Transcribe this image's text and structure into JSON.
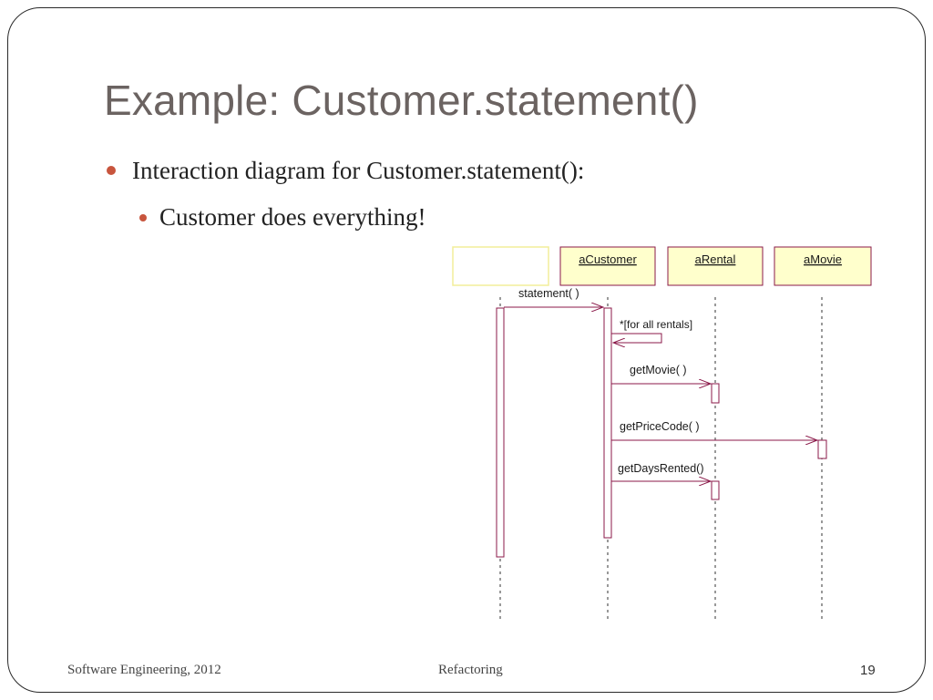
{
  "slide": {
    "title": "Example: Customer.statement()",
    "bullets": [
      {
        "text": "Interaction diagram for Customer.statement():",
        "level": 1
      },
      {
        "text": "Customer does everything!",
        "level": 2
      }
    ],
    "accent_color": "#c8553d",
    "title_color": "#6b6361"
  },
  "diagram": {
    "objects": [
      "",
      "aCustomer",
      "aRental",
      "aMovie"
    ],
    "messages": [
      {
        "label": "statement( )",
        "from": 0,
        "to": 1
      },
      {
        "label": "*[for all rentals]",
        "from": 1,
        "to": 1
      },
      {
        "label": "getMovie( )",
        "from": 1,
        "to": 2
      },
      {
        "label": "getPriceCode( )",
        "from": 1,
        "to": 3
      },
      {
        "label": "getDaysRented()",
        "from": 1,
        "to": 2
      }
    ],
    "box_fill": "#ffffcc",
    "line_color": "#8b1a4a"
  },
  "footer": {
    "left": "Software Engineering, 2012",
    "center": "Refactoring",
    "page_number": "19"
  }
}
